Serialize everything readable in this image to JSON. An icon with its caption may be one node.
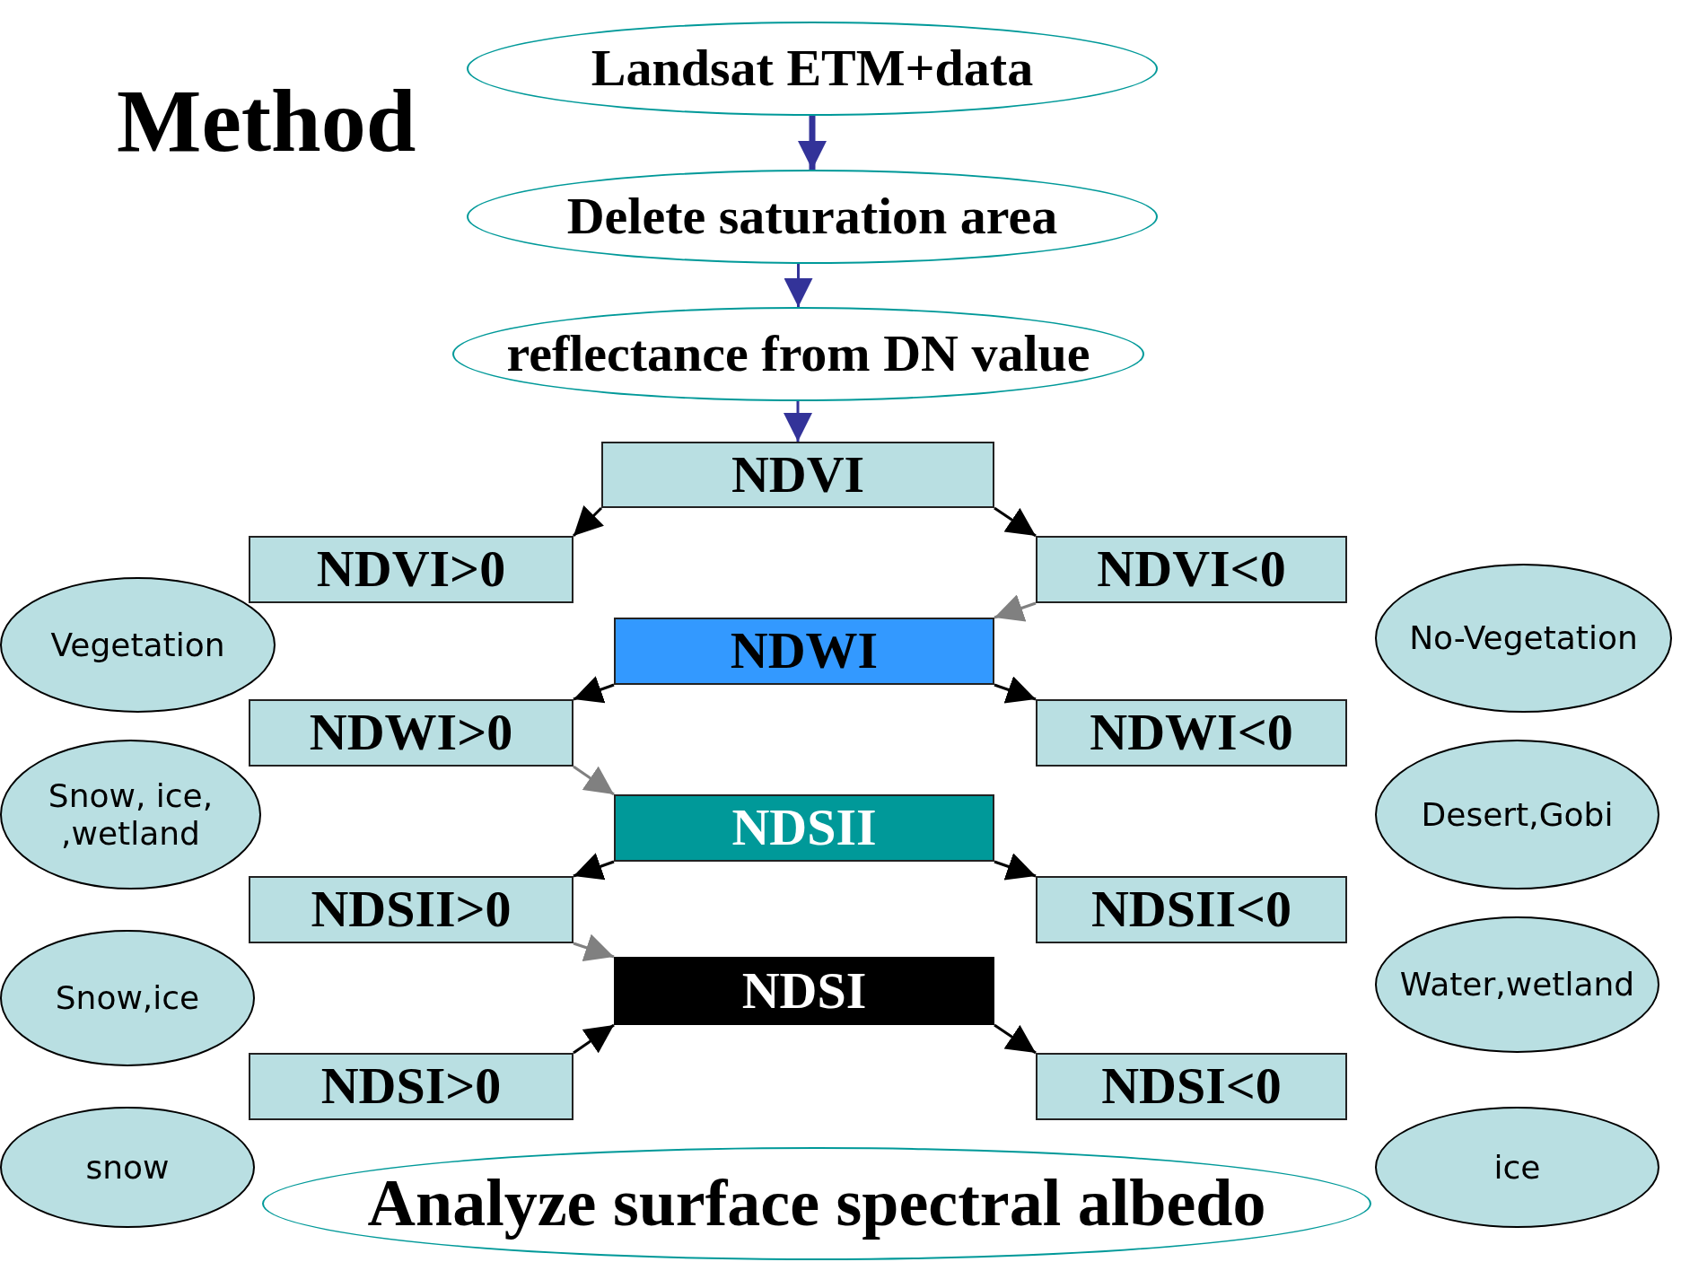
{
  "diagram": {
    "title": "Method",
    "nodes": [
      {
        "text": [
          "Landsat ETM+data"
        ]
      },
      {
        "text": [
          "Delete saturation area"
        ]
      },
      {
        "text": [
          "reflectance from DN value"
        ]
      },
      {
        "text": [
          "NDVI"
        ]
      },
      {
        "text": [
          "NDVI>0"
        ]
      },
      {
        "text": [
          "NDVI<0"
        ]
      },
      {
        "text": [
          "Vegetation"
        ]
      },
      {
        "text": [
          "No-Vegetation"
        ]
      },
      {
        "text": [
          "NDWI"
        ]
      },
      {
        "text": [
          "NDWI>0"
        ]
      },
      {
        "text": [
          "NDWI<0"
        ]
      },
      {
        "text": [
          "Snow, ice, ,wetland"
        ]
      },
      {
        "text": [
          "Desert,Gobi"
        ]
      },
      {
        "text": [
          "NDSII"
        ]
      },
      {
        "text": [
          "NDSII>0"
        ]
      },
      {
        "text": [
          "NDSII<0"
        ]
      },
      {
        "text": [
          "Snow,ice"
        ]
      },
      {
        "text": [
          "Water,wetland"
        ]
      },
      {
        "text": [
          "NDSI"
        ]
      },
      {
        "text": [
          "NDSI>0"
        ]
      },
      {
        "text": [
          "NDSI<0"
        ]
      },
      {
        "text": [
          "snow"
        ]
      },
      {
        "text": [
          "Analyze surface spectral albedo"
        ]
      },
      {
        "text": [
          "ice"
        ]
      }
    ],
    "edges": [
      {
        "from": 0,
        "to": 1,
        "arrow": "to",
        "style": "thick",
        "color": "#333399"
      },
      {
        "from": 1,
        "to": 2,
        "arrow": "to",
        "color": "#333399"
      },
      {
        "from": 2,
        "to": 3,
        "arrow": "to",
        "color": "#333399"
      },
      {
        "from": 3,
        "to": 4,
        "arrow": "to"
      },
      {
        "from": 3,
        "to": 5,
        "arrow": "to"
      },
      {
        "from": 5,
        "to": 8,
        "arrow": "to",
        "color": "#808080"
      },
      {
        "from": 8,
        "to": 9,
        "arrow": "to"
      },
      {
        "from": 8,
        "to": 10,
        "arrow": "to"
      },
      {
        "from": 9,
        "to": 13,
        "arrow": "to",
        "color": "#808080"
      },
      {
        "from": 13,
        "to": 14,
        "arrow": "to"
      },
      {
        "from": 13,
        "to": 15,
        "arrow": "to"
      },
      {
        "from": 14,
        "to": 18,
        "arrow": "to",
        "color": "#808080"
      },
      {
        "from": 19,
        "to": 18,
        "arrow": "to"
      },
      {
        "from": 18,
        "to": 20,
        "arrow": "to"
      }
    ]
  }
}
